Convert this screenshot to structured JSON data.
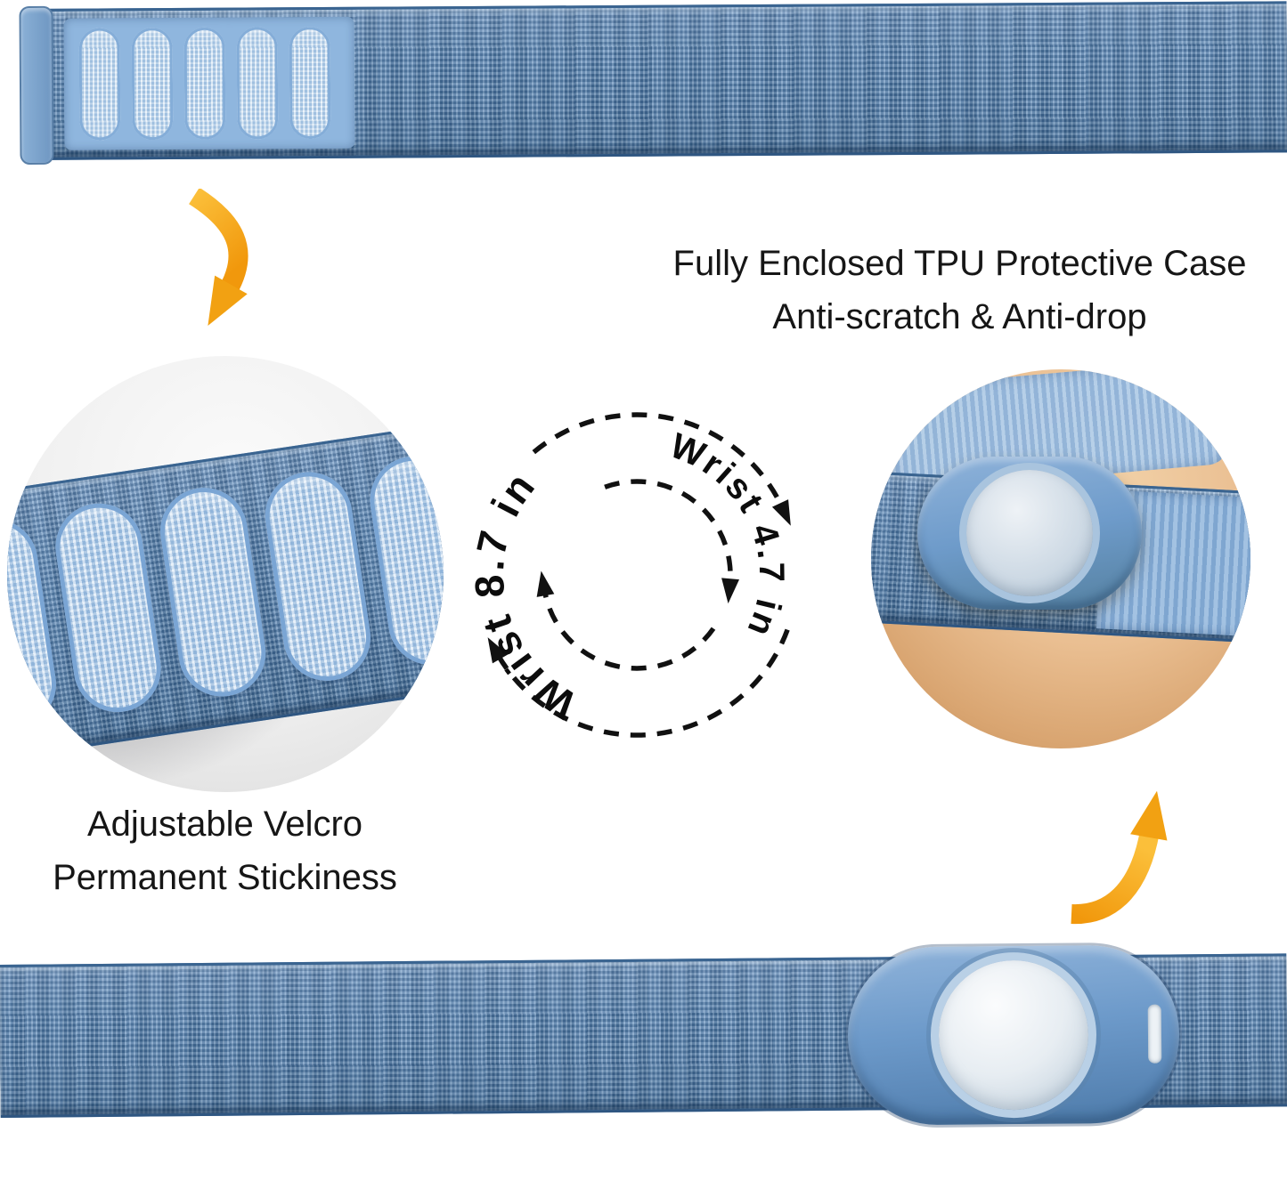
{
  "labels": {
    "case_line1": "Fully Enclosed TPU Protective Case",
    "case_line2": "Anti-scratch & Anti-drop",
    "velcro_line1": "Adjustable Velcro",
    "velcro_line2": "Permanent Stickiness",
    "wrist_outer": "Wrist 8.7 in",
    "wrist_inner": "Wrist 4.7 in"
  },
  "icons": {
    "down_arrow": "curved-down-arrow",
    "up_arrow": "curved-up-arrow",
    "rotation_arrows": "dashed-circular-arrows"
  },
  "colors": {
    "background": "#ffffff",
    "strap_blue": "#5a88b8",
    "strap_edge_dark": "#2f5681",
    "loop_pad_blue": "#bcd9f0",
    "case_blue": "#6d9aca",
    "airtag_frost_white": "#e7edf2",
    "arrow_orange": "#f5a41f",
    "skin_tone": "#eabf92",
    "annotation_text": "#161616"
  }
}
